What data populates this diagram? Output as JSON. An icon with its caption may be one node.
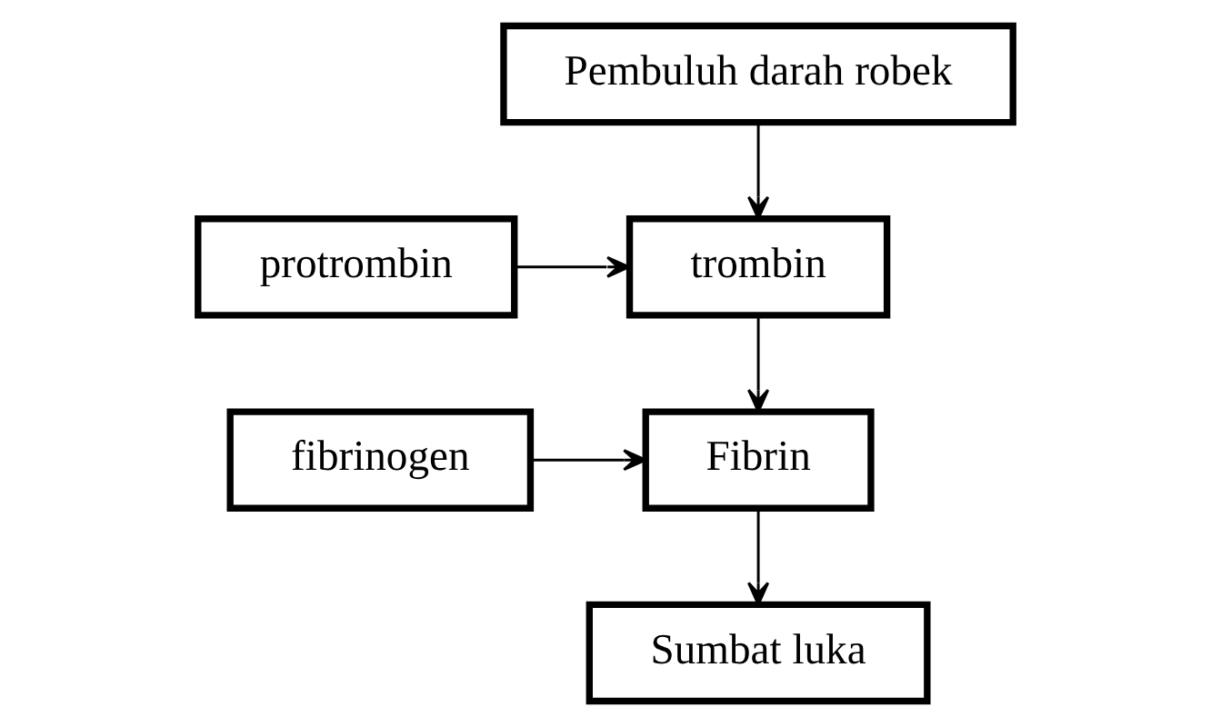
{
  "diagram": {
    "nodes": [
      {
        "text": [
          "Pembuluh darah robek"
        ]
      },
      {
        "text": [
          "protrombin"
        ]
      },
      {
        "text": [
          "trombin"
        ]
      },
      {
        "text": [
          "fibrinogen"
        ]
      },
      {
        "text": [
          "Fibrin"
        ]
      },
      {
        "text": [
          "Sumbat luka"
        ]
      }
    ],
    "edges": [
      {
        "from": 1,
        "to": 2,
        "arrow": "to"
      },
      {
        "from": 0,
        "to": 2,
        "arrow": "to"
      },
      {
        "from": 3,
        "to": 4,
        "arrow": "to"
      },
      {
        "from": 2,
        "to": 4,
        "arrow": "to"
      },
      {
        "from": 4,
        "to": 5,
        "arrow": "to"
      }
    ]
  }
}
